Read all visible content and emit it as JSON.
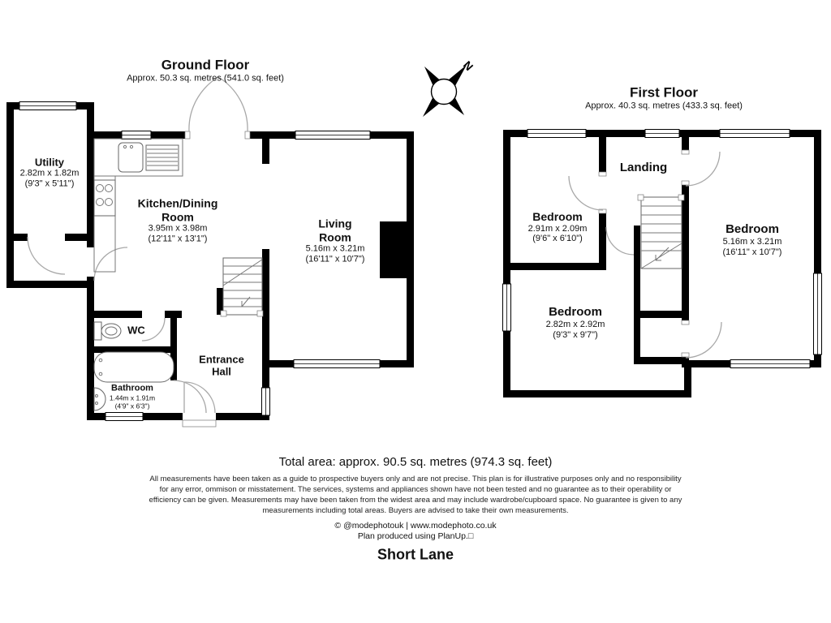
{
  "page": {
    "total_area": "Total area: approx. 90.5 sq. metres (974.3 sq. feet)",
    "disclaimer_lines": [
      "All measurements have been taken as a guide to prospective buyers only and are not precise. This plan is for illustrative purposes only and no responsibility",
      "for any error, ommison or misstatement. The services, systems and appliances shown have not been tested and no guarantee as to their operability or",
      "efficiency can be given. Measurements may have been taken from the widest area and may include wardrobe/cupboard space. No guarantee is given to any",
      "measurements including total areas. Buyers are advised to take their own measurements."
    ],
    "credit": "© @modephotouk | www.modephoto.co.uk",
    "produced_with": "Plan produced using PlanUp.□",
    "street_name": "Short Lane",
    "compass_north": "N"
  },
  "ground_floor": {
    "title": "Ground Floor",
    "area": "Approx. 50.3 sq. metres (541.0 sq. feet)",
    "rooms": {
      "utility": {
        "name": "Utility",
        "dims_metric": "2.82m x 1.82m",
        "dims_imperial": "(9'3\" x 5'11\")"
      },
      "kitchen_dining": {
        "name": "Kitchen/Dining Room",
        "dims_metric": "3.95m x 3.98m",
        "dims_imperial": "(12'11\" x 13'1\")"
      },
      "living": {
        "name": "Living Room",
        "dims_metric": "5.16m x 3.21m",
        "dims_imperial": "(16'11\" x 10'7\")"
      },
      "wc": {
        "name": "WC"
      },
      "entrance_hall": {
        "name": "Entrance Hall"
      },
      "bathroom": {
        "name": "Bathroom",
        "dims_metric": "1.44m x 1.91m",
        "dims_imperial": "(4'9\" x 6'3\")"
      }
    }
  },
  "first_floor": {
    "title": "First Floor",
    "area": "Approx. 40.3 sq. metres (433.3 sq. feet)",
    "rooms": {
      "landing": {
        "name": "Landing"
      },
      "bedroom_front": {
        "name": "Bedroom",
        "dims_metric": "2.91m x 2.09m",
        "dims_imperial": "(9'6\" x 6'10\")"
      },
      "bedroom_main": {
        "name": "Bedroom",
        "dims_metric": "5.16m x 3.21m",
        "dims_imperial": "(16'11\" x 10'7\")"
      },
      "bedroom_rear": {
        "name": "Bedroom",
        "dims_metric": "2.82m x 2.92m",
        "dims_imperial": "(9'3\" x 9'7\")"
      }
    }
  }
}
